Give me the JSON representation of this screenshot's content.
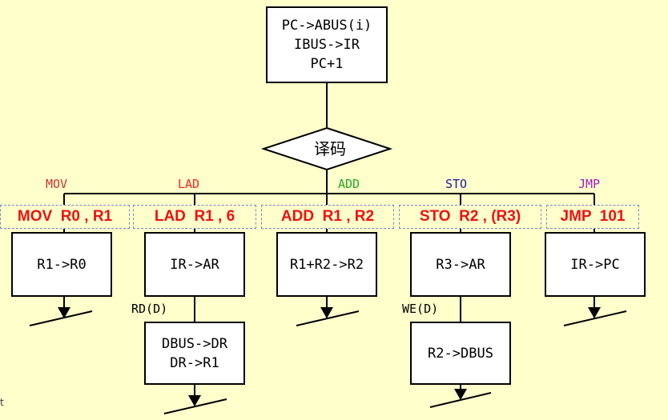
{
  "fetch_box": {
    "lines": [
      "PC->ABUS(i)",
      "IBUS->IR",
      "PC+1"
    ]
  },
  "decode": {
    "label": "译码"
  },
  "colors": {
    "background": "#ffffcc",
    "line": "#000000",
    "instruction_text": "#ee1111",
    "instruction_border": "#6b8cc9"
  },
  "branches": [
    {
      "opcode": "MOV",
      "opcode_color": "#c83232",
      "instruction": "MOV  R0 , R1",
      "steps": [
        {
          "lines": [
            "R1->R0"
          ]
        }
      ]
    },
    {
      "opcode": "LAD",
      "opcode_color": "#ff2020",
      "instruction": "LAD  R1 , 6",
      "steps": [
        {
          "lines": [
            "IR->AR"
          ]
        },
        {
          "signal": "RD(D)",
          "lines": [
            "DBUS->DR",
            "DR->R1"
          ]
        }
      ]
    },
    {
      "opcode": "ADD",
      "opcode_color": "#22aa22",
      "instruction": "ADD  R1 , R2",
      "steps": [
        {
          "lines": [
            "R1+R2->R2"
          ]
        }
      ]
    },
    {
      "opcode": "STO",
      "opcode_color": "#1a1aa0",
      "instruction": "STO  R2 , (R3)",
      "steps": [
        {
          "lines": [
            "R3->AR"
          ]
        },
        {
          "signal": "WE(D)",
          "lines": [
            "R2->DBUS"
          ]
        }
      ]
    },
    {
      "opcode": "JMP",
      "opcode_color": "#a020c0",
      "instruction": "JMP  101",
      "steps": [
        {
          "lines": [
            "IR->PC"
          ]
        }
      ]
    }
  ],
  "stray_text": "t"
}
